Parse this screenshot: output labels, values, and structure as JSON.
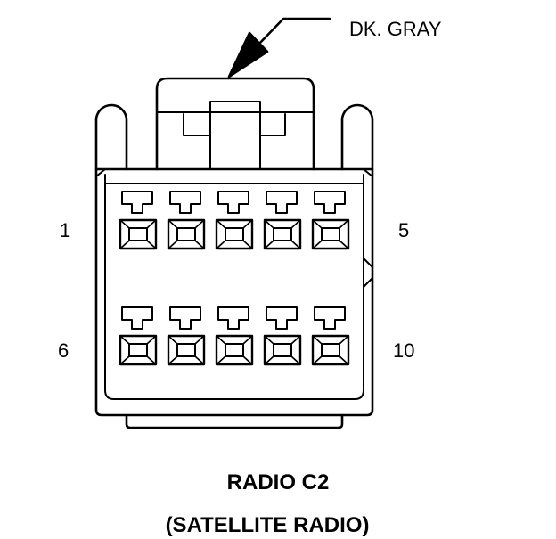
{
  "wire_color_label": "DK. GRAY",
  "pin_labels": {
    "top_left": "1",
    "top_right": "5",
    "bottom_left": "6",
    "bottom_right": "10"
  },
  "connector": {
    "name": "RADIO C2",
    "description": "(SATELLITE RADIO)",
    "rows": 2,
    "cavities_per_row": 5
  }
}
